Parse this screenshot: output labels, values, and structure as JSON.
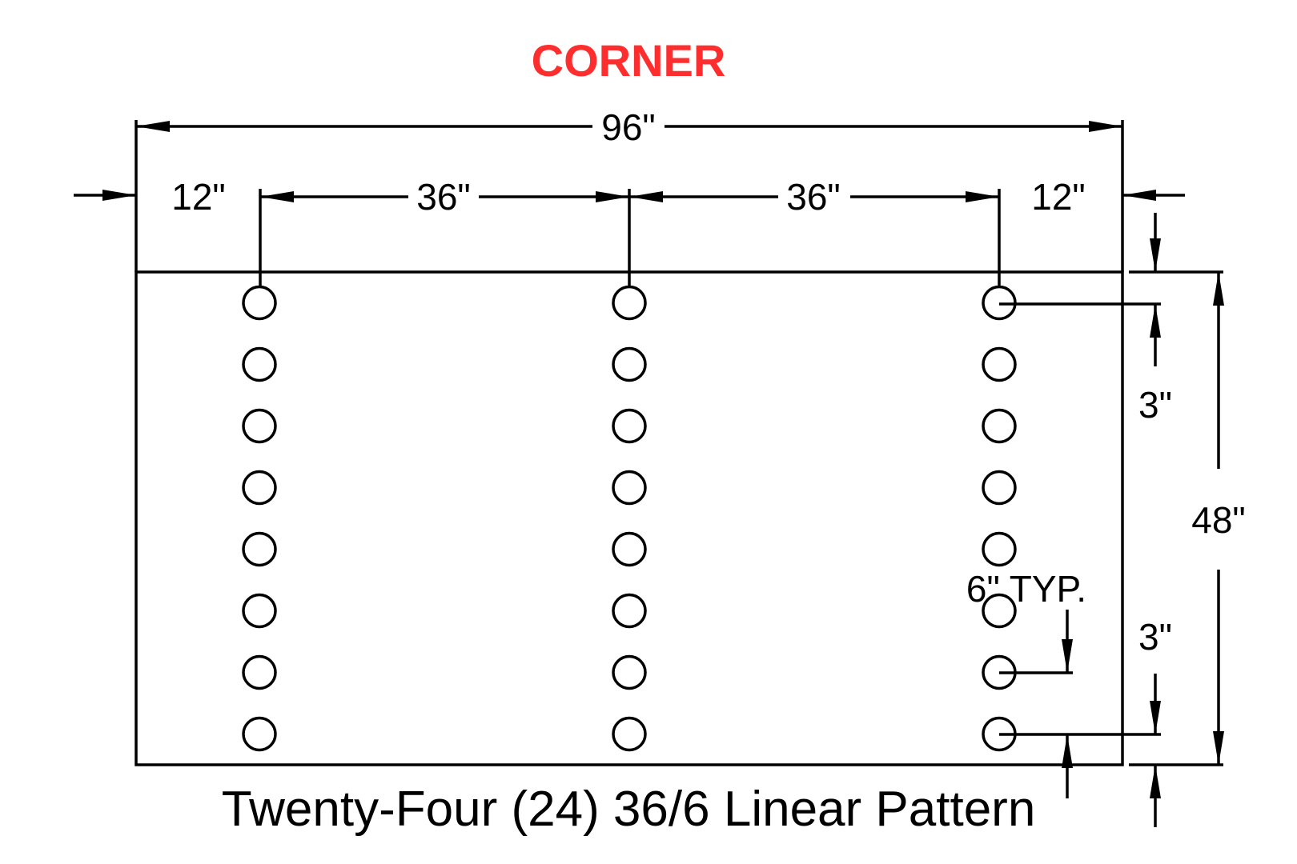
{
  "header": {
    "title": "CORNER",
    "title_color": "#ff2e2e"
  },
  "dimensions": {
    "overall_width": "96\"",
    "left_edge": "12\"",
    "right_edge": "12\"",
    "spacing_left": "36\"",
    "spacing_right": "36\"",
    "overall_height": "48\"",
    "top_offset": "3\"",
    "bottom_offset": "3\"",
    "hole_spacing": "6\" TYP."
  },
  "pattern": {
    "columns": 3,
    "rows": 8,
    "hole_count": 24
  },
  "caption": "Twenty-Four (24) 36/6 Linear Pattern"
}
